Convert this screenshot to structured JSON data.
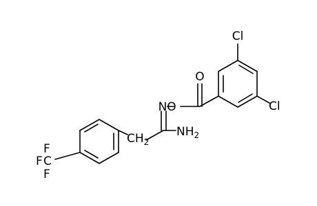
{
  "molecule": {
    "atom_labels": {
      "cl_top": "Cl",
      "cl_right": "Cl",
      "carbonyl_o": "O",
      "imine_n": "N",
      "ester_o": "O",
      "amine": "NH",
      "amine_sub": "2",
      "ch2": "CH",
      "ch2_sub": "2",
      "f_top": "F",
      "f_mid": "F",
      "f_bottom": "F",
      "f_c": "C"
    }
  }
}
